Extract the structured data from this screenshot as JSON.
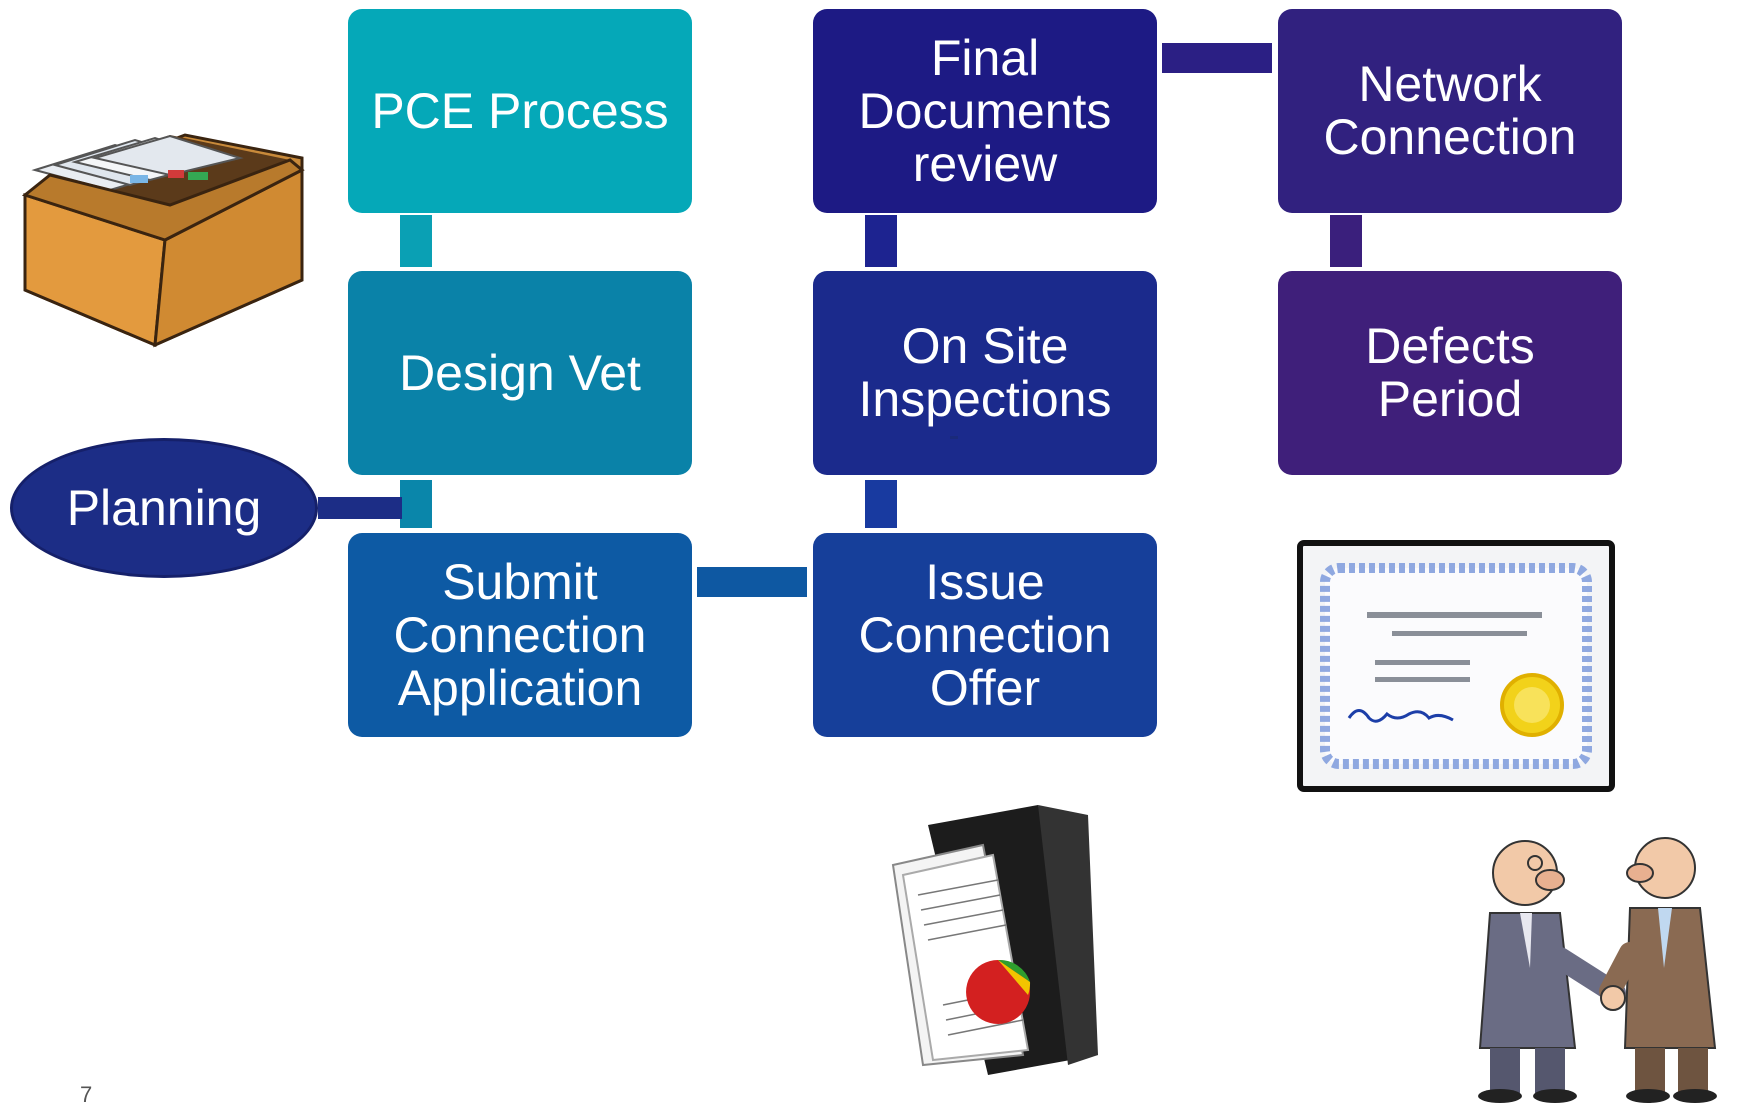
{
  "boxes": {
    "pce": {
      "label": "PCE Process",
      "color": "#05a8b8"
    },
    "design_vet": {
      "label": "Design Vet",
      "color": "#0a82a8"
    },
    "submit": {
      "label": "Submit Connection Application",
      "color": "#0d5aa4"
    },
    "issue_offer": {
      "label": "Issue Connection Offer",
      "color": "#163f9a"
    },
    "on_site": {
      "label": "On Site Inspections",
      "color": "#1b2a8c"
    },
    "final_docs": {
      "label": "Final Documents review",
      "color": "#1d1a84"
    },
    "network": {
      "label": "Network Connection",
      "color": "#31217f"
    },
    "defects": {
      "label": "Defects Period",
      "color": "#3f1f7a"
    }
  },
  "planning": {
    "label": "Planning",
    "color": "#1c2d86"
  },
  "page_number": "7",
  "icons": [
    "file-box-icon",
    "certificate-icon",
    "document-folder-icon",
    "handshake-icon"
  ]
}
